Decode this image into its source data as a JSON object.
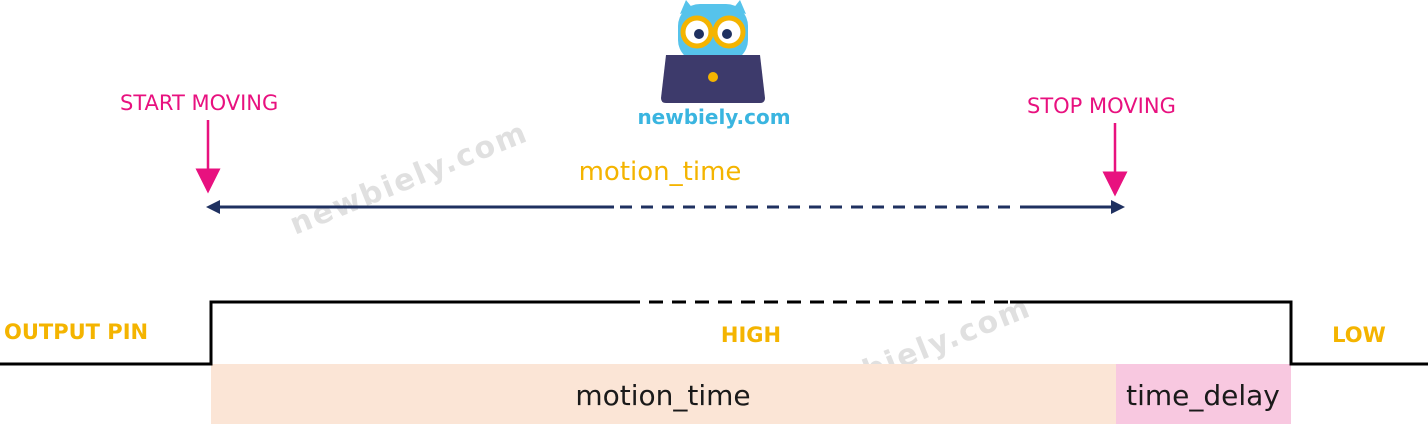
{
  "logo": {
    "text": "newbiely.com"
  },
  "labels": {
    "start": "START MOVING",
    "stop": "STOP MOVING",
    "motion_time_arrow": "motion_time",
    "output_pin": "OUTPUT PIN",
    "high": "HIGH",
    "low": "LOW",
    "motion_time_bar": "motion_time",
    "time_delay_bar": "time_delay"
  },
  "watermarks": [
    "newbiely.com",
    "newbiely.com"
  ],
  "colors": {
    "magenta": "#e8117f",
    "gold": "#f4b400",
    "navy": "#1f3160",
    "motion_bar": "#fbe5d6",
    "delay_bar": "#f8c8e0",
    "signal": "#000000"
  }
}
